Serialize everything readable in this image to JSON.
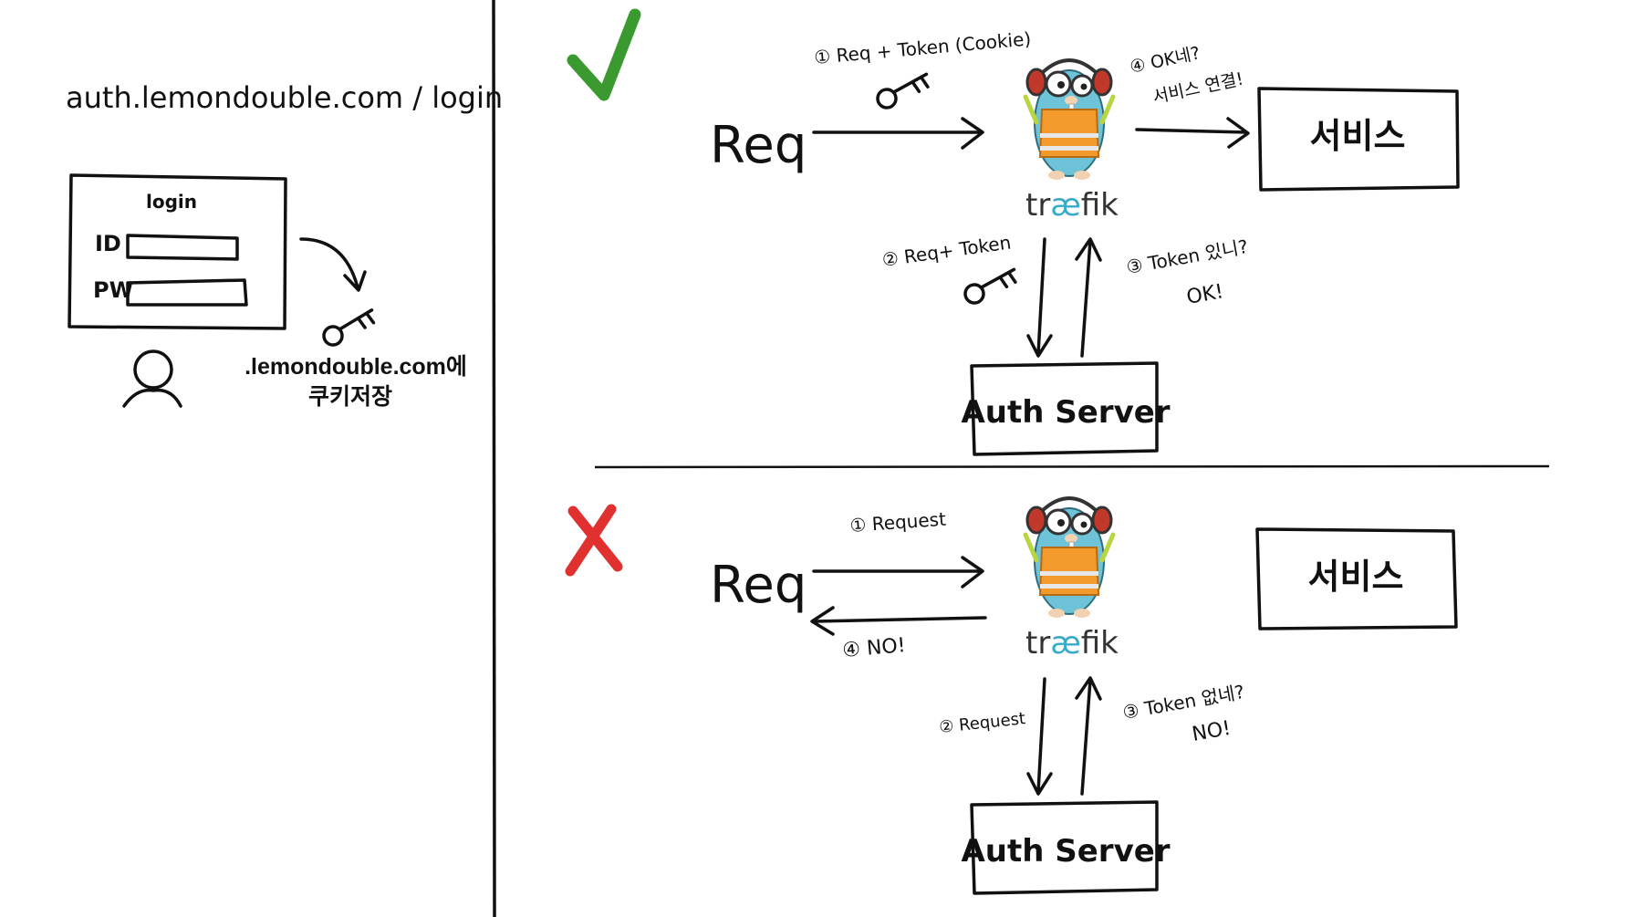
{
  "left_panel": {
    "url": "auth.lemondouble.com / login",
    "form_title": "login",
    "id_label": "ID",
    "pw_label": "PW",
    "cookie_note_line1": ".lemondouble.com에",
    "cookie_note_line2": "쿠키저장"
  },
  "success_flow": {
    "req_label": "Req",
    "step1": "① Req + Token (Cookie)",
    "step2": "② Req+ Token",
    "step3_line1": "③ Token 있니?",
    "step3_line2": "OK!",
    "step4_line1": "④ OK네?",
    "step4_line2": "서비스 연결!",
    "gateway_label": "træfik",
    "service_label": "서비스",
    "auth_label": "Auth Server"
  },
  "fail_flow": {
    "req_label": "Req",
    "step1": "① Request",
    "step2": "② Request",
    "step3_line1": "③ Token 없네?",
    "step3_line2": "NO!",
    "step4": "④ NO!",
    "gateway_label": "træfik",
    "service_label": "서비스",
    "auth_label": "Auth Server"
  },
  "colors": {
    "check": "#3a9a2f",
    "cross": "#e03030",
    "gopher_blue": "#6fc3d8",
    "vest_orange": "#f39a2c",
    "traefik_accent": "#37abc8"
  },
  "icons": {
    "success_mark": "check-icon",
    "fail_mark": "cross-icon",
    "user": "user-icon",
    "key": "key-icon",
    "mascot": "traefik-gopher-icon"
  }
}
